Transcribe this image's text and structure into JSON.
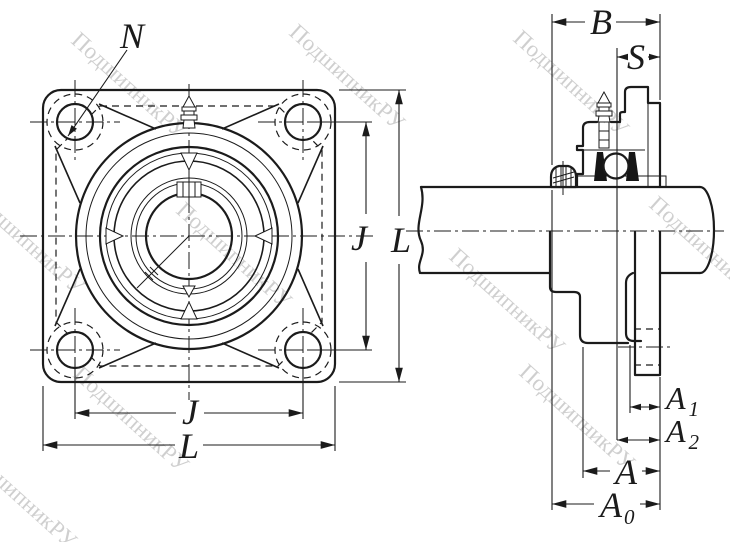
{
  "labels": {
    "n": "N",
    "j": "J",
    "l": "L",
    "b": "B",
    "s": "S",
    "a": "A"
  },
  "subscripts": {
    "one": "1",
    "two": "2",
    "zero": "0"
  },
  "watermark": {
    "text": "ПодшипникРУ"
  },
  "colors": {
    "line": "#1b1b1b",
    "watermark": "#c4c4c4",
    "background": "#ffffff"
  }
}
